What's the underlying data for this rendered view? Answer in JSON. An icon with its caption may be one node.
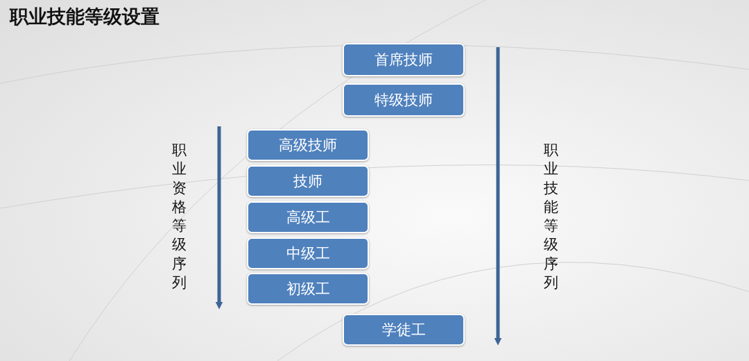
{
  "diagram": {
    "title": "职业技能等级设置",
    "nodes": [
      {
        "text": [
          "首席技师"
        ]
      },
      {
        "text": [
          "特级技师"
        ]
      },
      {
        "text": [
          "高级技师"
        ]
      },
      {
        "text": [
          "技师"
        ]
      },
      {
        "text": [
          "高级工"
        ]
      },
      {
        "text": [
          "中级工"
        ]
      },
      {
        "text": [
          "初级工"
        ]
      },
      {
        "text": [
          "学徒工"
        ]
      }
    ],
    "labels": [
      "职业资格等级序列",
      "职业技能等级序列"
    ]
  }
}
